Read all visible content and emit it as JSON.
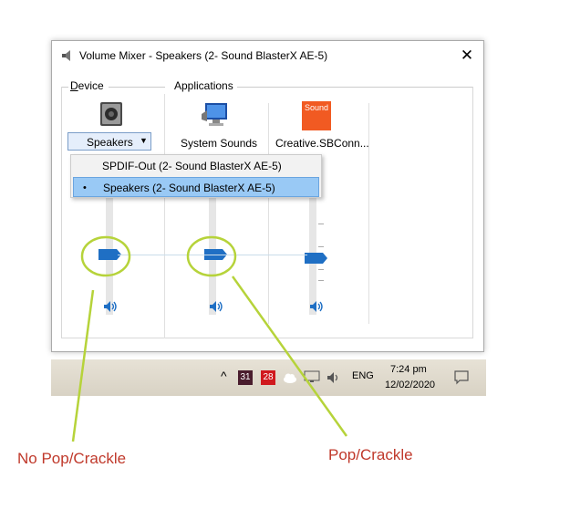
{
  "window": {
    "title": "Volume Mixer - Speakers (2- Sound BlasterX AE-5)",
    "close_glyph": "✕"
  },
  "device": {
    "group_label_first": "D",
    "group_label_rest": "evice",
    "dropdown_value": "Speakers",
    "dropdown_arrow": "▼",
    "menu_items": [
      "SPDIF-Out (2- Sound BlasterX AE-5)",
      "Speakers (2- Sound BlasterX AE-5)"
    ],
    "selected_index": 1,
    "bullet": "•",
    "volume_fraction": 0.5
  },
  "applications": {
    "group_label": "Applications",
    "items": [
      {
        "label": "System Sounds",
        "icon": "monitor-icon",
        "volume_fraction": 0.5
      },
      {
        "label": "Creative.SBConn...",
        "icon": "sound-blaster-icon",
        "icon_text": "Sound",
        "volume_fraction": 0.5
      }
    ]
  },
  "taskbar": {
    "up_arrow": "^",
    "badge_1": "31",
    "badge_2": "28",
    "language": "ENG",
    "time": "7:24 pm",
    "date": "12/02/2020"
  },
  "annotations": {
    "left": "No Pop/Crackle",
    "right": "Pop/Crackle"
  },
  "colors": {
    "accent": "#1f6fc4",
    "annotation_circle": "#b6d33a",
    "annotation_text": "#c0392b"
  }
}
